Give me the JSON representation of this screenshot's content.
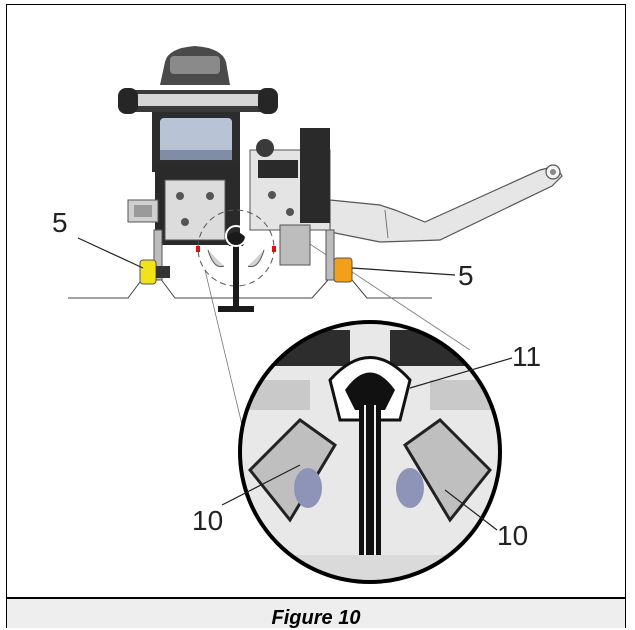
{
  "figure": {
    "caption": "Figure 10",
    "callouts": {
      "left_wheel": "5",
      "right_wheel": "5",
      "top_right": "11",
      "bottom_left": "10",
      "bottom_right": "10"
    },
    "colors": {
      "frame": "#000000",
      "caption_background": "#eeeeee",
      "wheel_left": "#f2e21a",
      "wheel_right": "#f2a01a",
      "machine_dark": "#2a2a2a",
      "machine_light": "#d8d8d8",
      "arm": "#e6e6e6"
    }
  }
}
